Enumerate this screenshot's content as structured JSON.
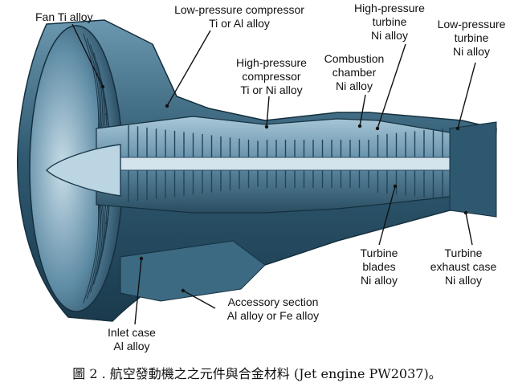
{
  "labels": [
    {
      "id": "fan",
      "lines": [
        "Fan Ti alloy"
      ]
    },
    {
      "id": "lpc",
      "lines": [
        "Low-pressure compressor",
        "Ti or Al alloy"
      ]
    },
    {
      "id": "hpc",
      "lines": [
        "High-pressure",
        "compressor",
        "Ti or Ni alloy"
      ]
    },
    {
      "id": "comb",
      "lines": [
        "Combustion",
        "chamber",
        "Ni alloy"
      ]
    },
    {
      "id": "hpt",
      "lines": [
        "High-pressure",
        "turbine",
        "Ni alloy"
      ]
    },
    {
      "id": "lpt",
      "lines": [
        "Low-pressure",
        "turbine",
        "Ni alloy"
      ]
    },
    {
      "id": "blades",
      "lines": [
        "Turbine",
        "blades",
        "Ni alloy"
      ]
    },
    {
      "id": "exh",
      "lines": [
        "Turbine",
        "exhaust case",
        "Ni alloy"
      ]
    },
    {
      "id": "acc",
      "lines": [
        "Accessory section",
        "Al alloy or Fe alloy"
      ]
    },
    {
      "id": "inlet",
      "lines": [
        "Inlet case",
        "Al alloy"
      ]
    }
  ],
  "caption": "圖 2 . 航空發動機之之元件與合金材料 (Jet engine PW2037)。",
  "colors": {
    "engine_dark": "#1e4257",
    "engine_mid": "#4f7e98",
    "engine_light": "#9cc0d2",
    "leader": "#111111"
  }
}
